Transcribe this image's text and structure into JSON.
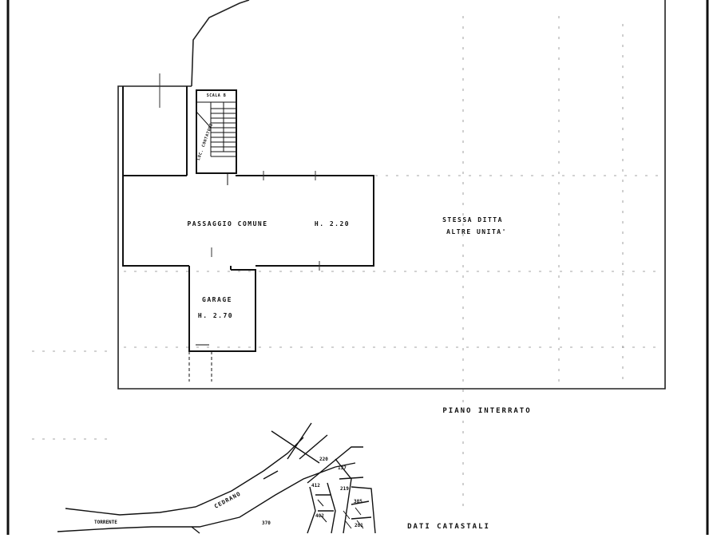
{
  "plan": {
    "stair_label": "SCALA B",
    "closet_label": "LOC. CONTATORI",
    "corridor_label": "PASSAGGIO COMUNE",
    "corridor_height": "H. 2.20",
    "garage_label": "GARAGE",
    "garage_height": "H. 2.70",
    "other_units_line1": "STESSA DITTA",
    "other_units_line2": "ALTRE UNITA'",
    "floor_label": "PIANO INTERRATO"
  },
  "map": {
    "road_label": "CEDRANO",
    "street_label": "TORRENTE",
    "parcel_numbers": [
      "220",
      "137",
      "219",
      "385",
      "370",
      "412",
      "402",
      "281"
    ],
    "cadastral_label": "DATI CATASTALI"
  },
  "colors": {
    "ink": "#111111",
    "paper": "#ffffff"
  }
}
